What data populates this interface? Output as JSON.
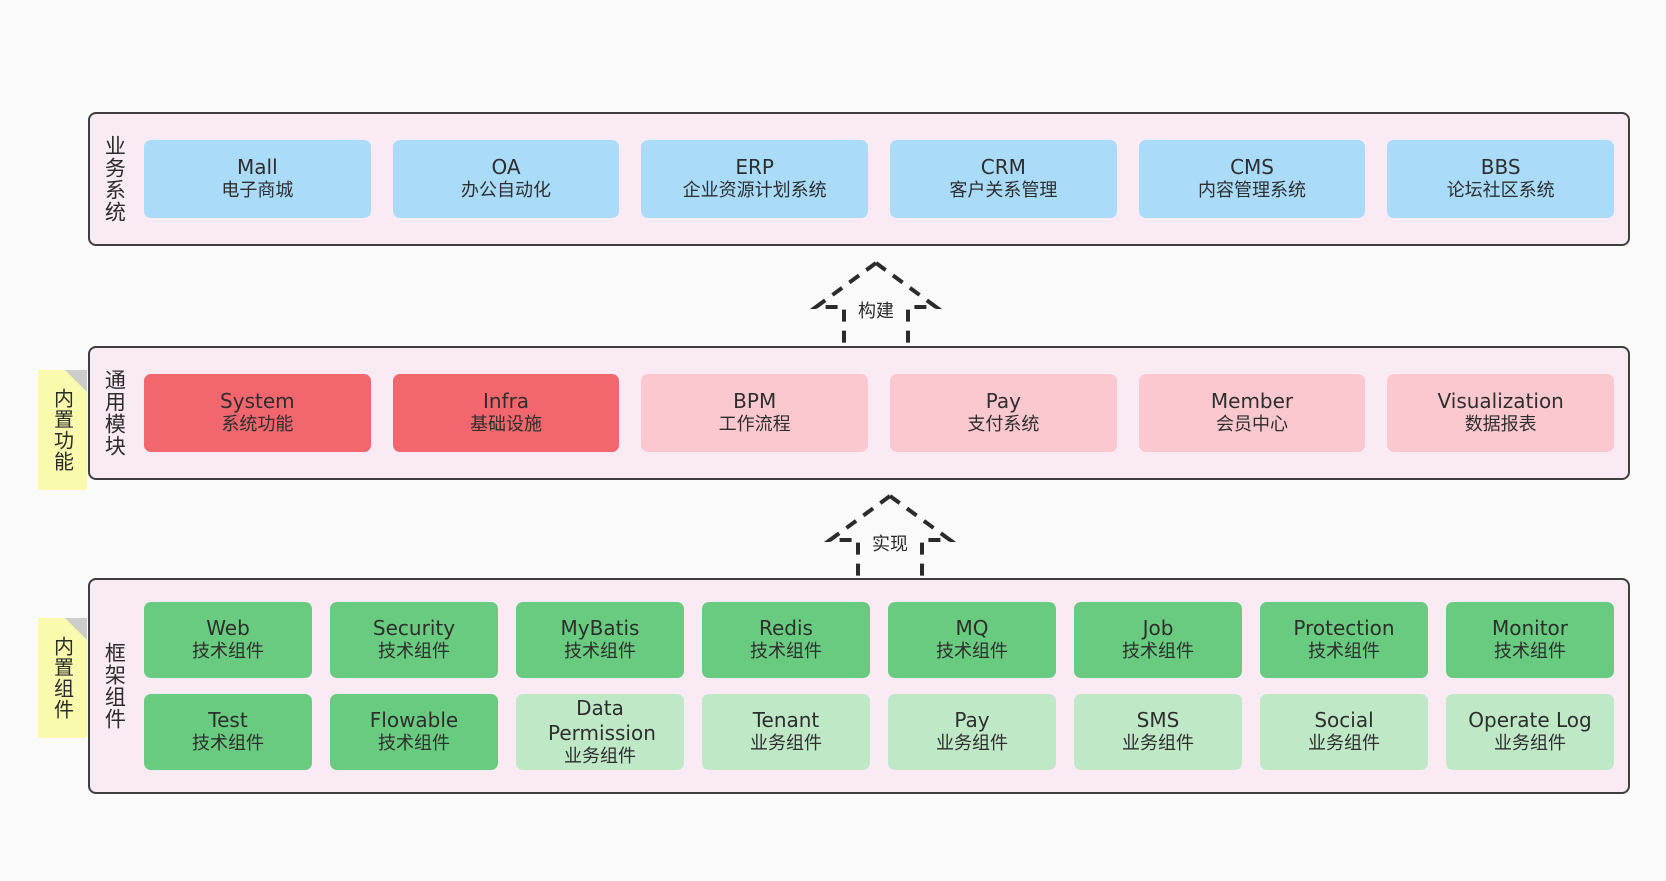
{
  "layers": [
    {
      "id": "business-systems",
      "label": "业务系统",
      "rows": [
        {
          "boxes": [
            {
              "title": "Mall",
              "sub": "电子商城",
              "color": "blue"
            },
            {
              "title": "OA",
              "sub": "办公自动化",
              "color": "blue"
            },
            {
              "title": "ERP",
              "sub": "企业资源计划系统",
              "color": "blue"
            },
            {
              "title": "CRM",
              "sub": "客户关系管理",
              "color": "blue"
            },
            {
              "title": "CMS",
              "sub": "内容管理系统",
              "color": "blue"
            },
            {
              "title": "BBS",
              "sub": "论坛社区系统",
              "color": "blue"
            }
          ]
        }
      ]
    },
    {
      "id": "common-modules",
      "label": "通用模块",
      "note": "内置功能",
      "rows": [
        {
          "boxes": [
            {
              "title": "System",
              "sub": "系统功能",
              "color": "red"
            },
            {
              "title": "Infra",
              "sub": "基础设施",
              "color": "red"
            },
            {
              "title": "BPM",
              "sub": "工作流程",
              "color": "pink"
            },
            {
              "title": "Pay",
              "sub": "支付系统",
              "color": "pink"
            },
            {
              "title": "Member",
              "sub": "会员中心",
              "color": "pink"
            },
            {
              "title": "Visualization",
              "sub": "数据报表",
              "color": "pink"
            }
          ]
        }
      ]
    },
    {
      "id": "framework-components",
      "label": "框架组件",
      "note": "内置组件",
      "rows": [
        {
          "boxes": [
            {
              "title": "Web",
              "sub": "技术组件",
              "color": "green"
            },
            {
              "title": "Security",
              "sub": "技术组件",
              "color": "green"
            },
            {
              "title": "MyBatis",
              "sub": "技术组件",
              "color": "green"
            },
            {
              "title": "Redis",
              "sub": "技术组件",
              "color": "green"
            },
            {
              "title": "MQ",
              "sub": "技术组件",
              "color": "green"
            },
            {
              "title": "Job",
              "sub": "技术组件",
              "color": "green"
            },
            {
              "title": "Protection",
              "sub": "技术组件",
              "color": "green"
            },
            {
              "title": "Monitor",
              "sub": "技术组件",
              "color": "green"
            }
          ]
        },
        {
          "boxes": [
            {
              "title": "Test",
              "sub": "技术组件",
              "color": "green"
            },
            {
              "title": "Flowable",
              "sub": "技术组件",
              "color": "green"
            },
            {
              "title": "Data Permission",
              "sub": "业务组件",
              "color": "green-light"
            },
            {
              "title": "Tenant",
              "sub": "业务组件",
              "color": "green-light"
            },
            {
              "title": "Pay",
              "sub": "业务组件",
              "color": "green-light"
            },
            {
              "title": "SMS",
              "sub": "业务组件",
              "color": "green-light"
            },
            {
              "title": "Social",
              "sub": "业务组件",
              "color": "green-light"
            },
            {
              "title": "Operate Log",
              "sub": "业务组件",
              "color": "green-light"
            }
          ]
        }
      ]
    }
  ],
  "connectors": [
    {
      "id": "build-connector",
      "label": "构建"
    },
    {
      "id": "implement-connector",
      "label": "实现"
    }
  ],
  "colors": {
    "canvas": "#fafafa",
    "layer_bg": "#f9eaf4",
    "layer_border": "#3f3f3f",
    "blue": "#aadcfa",
    "red": "#f2676d",
    "pink": "#fcc8d0",
    "green": "#68cb7f",
    "green_light": "#bfe8c6",
    "note": "#fafaae",
    "note_fold": "#cccccc"
  }
}
